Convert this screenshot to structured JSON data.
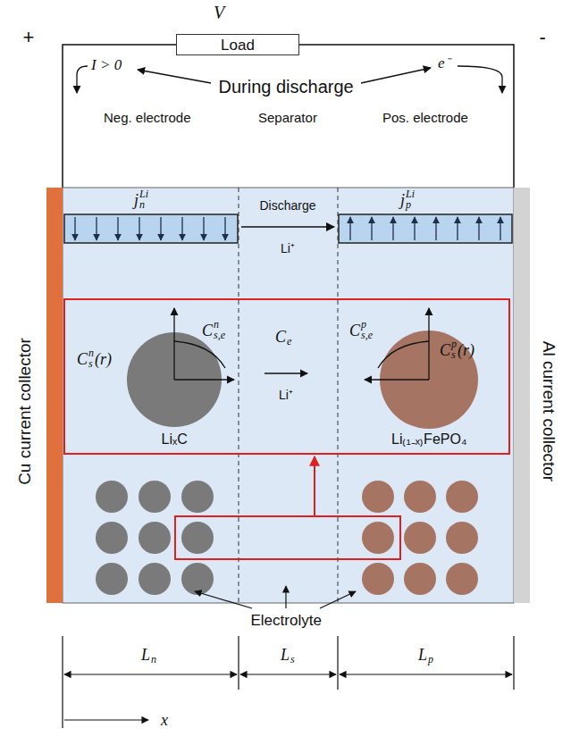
{
  "diagram": {
    "nodes": [
      {
        "text": [
          "Load"
        ]
      }
    ],
    "labels": [
      "V",
      "+",
      "-",
      "I > 0",
      "e⁻",
      "During discharge",
      "Neg. electrode",
      "Separator",
      "Pos. electrode",
      "j",
      "n",
      "Li",
      "j",
      "p",
      "Li",
      "Discharge",
      "Li⁺",
      "C",
      "s",
      "n",
      "(r)",
      "C",
      "s,e",
      "n",
      "C",
      "e",
      "C",
      "s,e",
      "p",
      "C",
      "s",
      "p",
      "(r)",
      "Li⁺",
      "LiₓC",
      "Li₍₁₋ₓ₎FePO₄",
      "Cu current collector",
      "Al current collector",
      "Electrolyte",
      "L",
      "n",
      "L",
      "s",
      "L",
      "p",
      "x"
    ]
  }
}
